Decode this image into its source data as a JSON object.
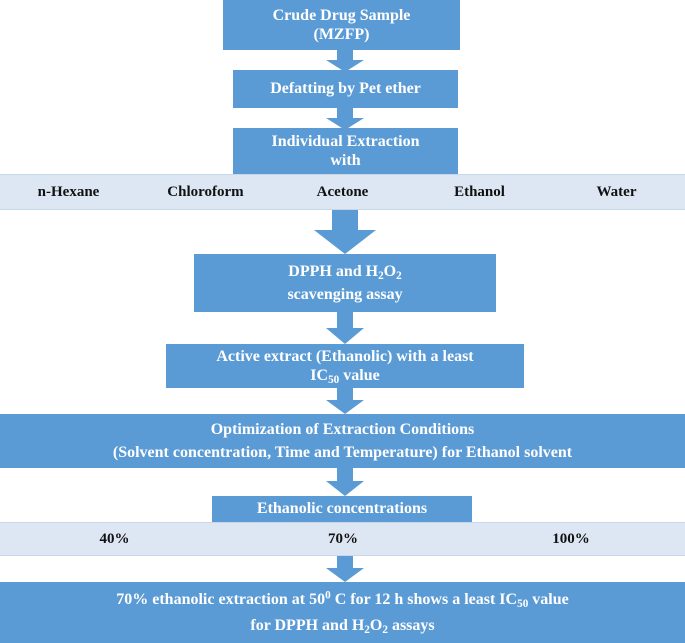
{
  "colors": {
    "box": "#5b9bd5",
    "band": "#dde7f4",
    "text_dark": "#111111",
    "text_light": "#ffffff"
  },
  "steps": {
    "crude": {
      "line1": "Crude Drug Sample",
      "line2": "(MZFP)"
    },
    "defat": {
      "text": "Defatting by Pet ether"
    },
    "individual": {
      "line1": "Individual Extraction",
      "line2": "with"
    },
    "assay": {
      "l1_pre": "DPPH and H",
      "l1_sub": "2",
      "l1_mid": "O",
      "l1_sub2": "2",
      "line2": "scavenging assay"
    },
    "active": {
      "line1": "Active extract (Ethanolic) with a least",
      "l2_pre": "IC",
      "l2_sub": "50",
      "l2_post": " value"
    },
    "optimization": {
      "line1": "Optimization of Extraction Conditions",
      "line2": "(Solvent concentration, Time and Temperature) for Ethanol solvent"
    },
    "ethanolic": {
      "text": "Ethanolic concentrations"
    },
    "result": {
      "l1_pre": "70% ethanolic extraction at 50",
      "l1_sup": "0",
      "l1_mid": " C for 12 h shows a least IC",
      "l1_sub": "50",
      "l1_post": " value",
      "l2_pre": "for DPPH and H",
      "l2_sub": "2",
      "l2_mid": "O",
      "l2_sub2": "2",
      "l2_post": " assays"
    }
  },
  "solvents": [
    "n-Hexane",
    "Chloroform",
    "Acetone",
    "Ethanol",
    "Water"
  ],
  "concentrations": [
    "40%",
    "70%",
    "100%"
  ]
}
